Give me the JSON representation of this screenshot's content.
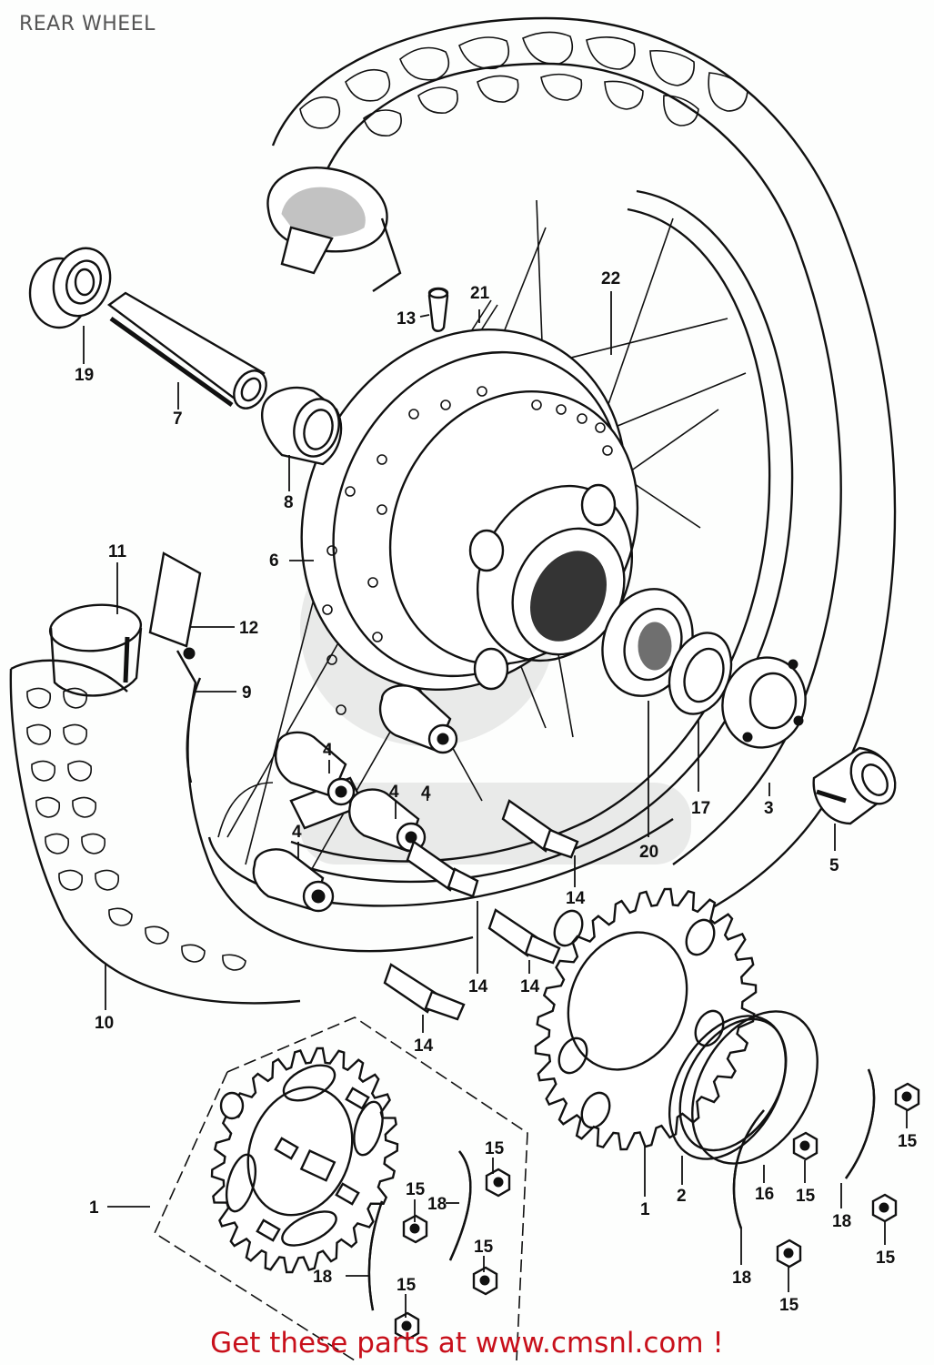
{
  "title": "REAR WHEEL",
  "promo": "Get these parts at www.cmsnl.com !",
  "colors": {
    "promo": "#c8101b",
    "title": "#555555",
    "line": "#111111"
  },
  "callouts": [
    {
      "id": "c19",
      "text": "19"
    },
    {
      "id": "c7",
      "text": "7"
    },
    {
      "id": "c8",
      "text": "8"
    },
    {
      "id": "c13",
      "text": "13"
    },
    {
      "id": "c21",
      "text": "21"
    },
    {
      "id": "c22",
      "text": "22"
    },
    {
      "id": "c6",
      "text": "6"
    },
    {
      "id": "c11",
      "text": "11"
    },
    {
      "id": "c12",
      "text": "12"
    },
    {
      "id": "c9",
      "text": "9"
    },
    {
      "id": "c4a",
      "text": "4"
    },
    {
      "id": "c4b",
      "text": "4"
    },
    {
      "id": "c4c",
      "text": "4"
    },
    {
      "id": "c4d",
      "text": "4"
    },
    {
      "id": "c20",
      "text": "20"
    },
    {
      "id": "c17",
      "text": "17"
    },
    {
      "id": "c3",
      "text": "3"
    },
    {
      "id": "c5",
      "text": "5"
    },
    {
      "id": "c14a",
      "text": "14"
    },
    {
      "id": "c14b",
      "text": "14"
    },
    {
      "id": "c14c",
      "text": "14"
    },
    {
      "id": "c14d",
      "text": "14"
    },
    {
      "id": "c10",
      "text": "10"
    },
    {
      "id": "c1a",
      "text": "1"
    },
    {
      "id": "c1b",
      "text": "1"
    },
    {
      "id": "c2",
      "text": "2"
    },
    {
      "id": "c16",
      "text": "16"
    },
    {
      "id": "c15a",
      "text": "15"
    },
    {
      "id": "c15b",
      "text": "15"
    },
    {
      "id": "c15c",
      "text": "15"
    },
    {
      "id": "c15d",
      "text": "15"
    },
    {
      "id": "c15e",
      "text": "15"
    },
    {
      "id": "c15f",
      "text": "15"
    },
    {
      "id": "c15g",
      "text": "15"
    },
    {
      "id": "c15h",
      "text": "15"
    },
    {
      "id": "c18a",
      "text": "18"
    },
    {
      "id": "c18b",
      "text": "18"
    },
    {
      "id": "c18c",
      "text": "18"
    },
    {
      "id": "c18d",
      "text": "18"
    }
  ]
}
